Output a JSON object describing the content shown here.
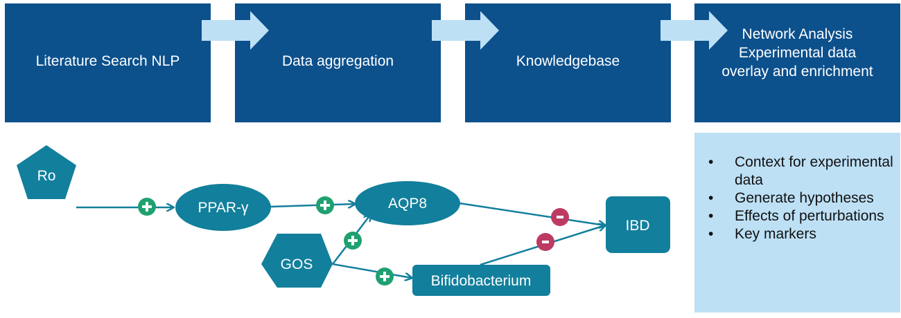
{
  "pipeline": {
    "steps": [
      {
        "lines": [
          "Literature Search NLP"
        ]
      },
      {
        "lines": [
          "Data aggregation"
        ]
      },
      {
        "lines": [
          "Knowledgebase"
        ]
      },
      {
        "lines": [
          "Network Analysis",
          "Experimental data",
          "overlay and enrichment"
        ]
      }
    ],
    "arrow_icon": "right-arrow-icon"
  },
  "info_box": {
    "bullets": [
      "Context for experimental data",
      "Generate hypotheses",
      "Effects of perturbations",
      "Key markers"
    ]
  },
  "network": {
    "nodes": [
      {
        "id": "ro",
        "label": "Ro",
        "shape": "pentagon"
      },
      {
        "id": "ppar",
        "label": "PPAR-γ",
        "shape": "ellipse"
      },
      {
        "id": "aqp8",
        "label": "AQP8",
        "shape": "ellipse"
      },
      {
        "id": "gos",
        "label": "GOS",
        "shape": "hexagon"
      },
      {
        "id": "bifido",
        "label": "Bifidobacterium",
        "shape": "rounded-rect"
      },
      {
        "id": "ibd",
        "label": "IBD",
        "shape": "rounded-rect"
      }
    ],
    "edges": [
      {
        "from": "Ro",
        "to": "PPAR-γ",
        "sign": "+"
      },
      {
        "from": "PPAR-γ",
        "to": "AQP8",
        "sign": "+"
      },
      {
        "from": "GOS",
        "to": "AQP8",
        "sign": "+"
      },
      {
        "from": "GOS",
        "to": "Bifidobacterium",
        "sign": "+"
      },
      {
        "from": "AQP8",
        "to": "IBD",
        "sign": "-"
      },
      {
        "from": "Bifidobacterium",
        "to": "IBD",
        "sign": "-"
      }
    ]
  },
  "colors": {
    "step_bg": "#0c508c",
    "arrow": "#bde0f5",
    "info_bg": "#bde0f5",
    "node": "#127f9c",
    "positive": "#1fa070",
    "negative": "#bd3a62"
  }
}
